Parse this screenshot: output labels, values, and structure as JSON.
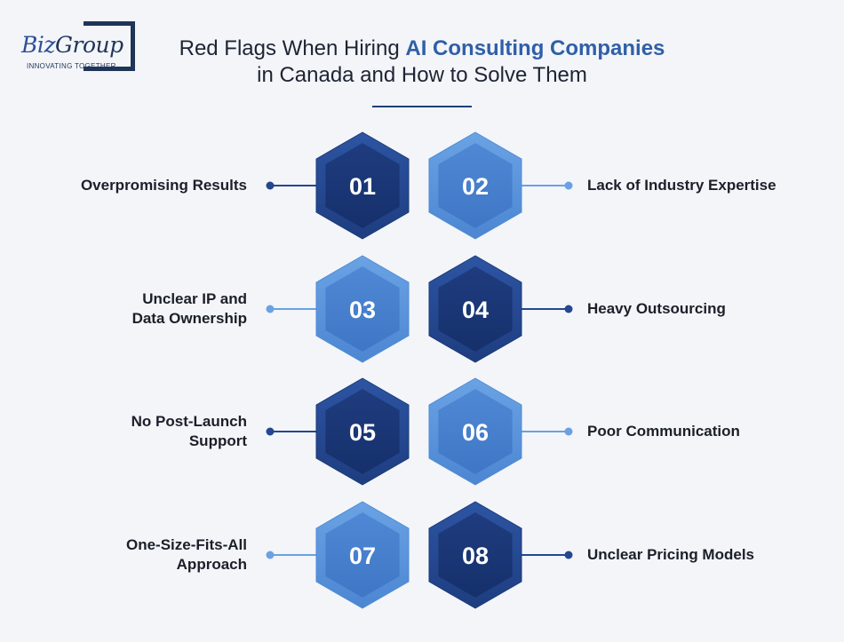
{
  "logo": {
    "word_part1": "Biz",
    "word_part2": "Group",
    "tagline": "INNOVATING TOGETHER"
  },
  "title": {
    "prefix": "Red Flags When Hiring ",
    "highlight": "AI Consulting Companies",
    "line2": "in Canada and How to Solve Them"
  },
  "colors": {
    "dark_blue": "#2a4f9a",
    "light_blue": "#5d97dc",
    "highlight": "#2f5fa8"
  },
  "items": [
    {
      "number": "01",
      "label": "Overpromising Results",
      "side": "left",
      "shade": "dark"
    },
    {
      "number": "02",
      "label": "Lack of Industry Expertise",
      "side": "right",
      "shade": "light"
    },
    {
      "number": "03",
      "label": "Unclear IP and\nData Ownership",
      "side": "left",
      "shade": "light"
    },
    {
      "number": "04",
      "label": "Heavy Outsourcing",
      "side": "right",
      "shade": "dark"
    },
    {
      "number": "05",
      "label": "No Post-Launch\nSupport",
      "side": "left",
      "shade": "dark"
    },
    {
      "number": "06",
      "label": "Poor Communication",
      "side": "right",
      "shade": "light"
    },
    {
      "number": "07",
      "label": "One-Size-Fits-All\nApproach",
      "side": "left",
      "shade": "light"
    },
    {
      "number": "08",
      "label": "Unclear Pricing Models",
      "side": "right",
      "shade": "dark"
    }
  ]
}
